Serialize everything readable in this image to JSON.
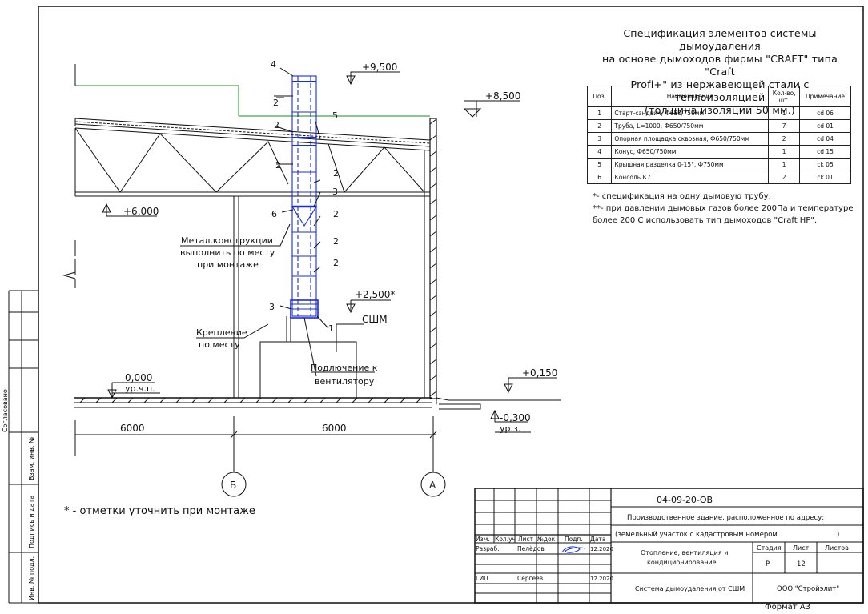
{
  "spec": {
    "title_lines": [
      "Спецификация элементов системы дымоудаления",
      "на основе дымоходов фирмы \"CRAFT\" типа \"Craft",
      "Profi+\" из нержавеющей стали с теплоизоляцией",
      "(толщина изоляции 50 мм.)"
    ],
    "headers": [
      "Поз.",
      "Наименование",
      "Кол-во, шт.",
      "Примечание"
    ],
    "rows": [
      [
        "1",
        "Старт-сэндвич, Ф650/750мм",
        "1",
        "cd 06"
      ],
      [
        "2",
        "Труба, L=1000, Ф650/750мм",
        "7",
        "cd 01"
      ],
      [
        "3",
        "Опорная площадка сквозная, Ф650/750мм",
        "2",
        "cd 04"
      ],
      [
        "4",
        "Конус, Ф650/750мм",
        "1",
        "cd 15"
      ],
      [
        "5",
        "Крышная разделка 0-15°, Ф750мм",
        "1",
        "ck 05"
      ],
      [
        "6",
        "Консоль К7",
        "2",
        "ck 01"
      ]
    ],
    "notes": [
      "*- спецификация на одну дымовую трубу.",
      "**- при давлении дымовых газов более 200Па и температуре более 200 С использовать тип дымоходов \"Craft HP\"."
    ]
  },
  "drawing": {
    "levels": {
      "l9500": "+9,500",
      "l8500": "+8,500",
      "l6000": "+6,000",
      "l2500": "+2,500*",
      "l0150": "+0,150",
      "l0000": "0,000",
      "l0000_sub": "ур.ч.п.",
      "l0300": "-0,300",
      "l0300_sub": "ур.з."
    },
    "pos_labels": {
      "p4": "4",
      "p2a": "2",
      "p2b": "2",
      "p5": "5",
      "p2c": "2",
      "p2d": "2",
      "p3a": "3",
      "p6": "6",
      "p2e": "2",
      "p2f": "2",
      "p2g": "2",
      "p3b": "3",
      "p1": "1"
    },
    "callouts": {
      "metal_1": "Метал.конструкции",
      "metal_2": "выполнить по месту",
      "metal_3": "при монтаже",
      "fix_1": "Крепление",
      "fix_2": "по месту",
      "cshm": "СШМ",
      "conn_1": "Подлючение к",
      "conn_2": "вентилятору"
    },
    "dims": {
      "d1": "6000",
      "d2": "6000"
    },
    "axes": {
      "b": "Б",
      "a": "А"
    },
    "footnote": "* - отметки уточнить при монтаже"
  },
  "left_strip": {
    "agreed": "Согласовано",
    "vzam": "Взам. инв. №",
    "podp": "Подпись и дата",
    "inv": "Инв. № подл."
  },
  "title_block": {
    "code": "04-09-20-ОВ",
    "address_1": "Производственное здание, расположенное по адресу:",
    "address_2": "(земельный участок с кадастровым номером",
    "address_2_end": ")",
    "col_izm": "Изм.",
    "col_kol": "Кол.уч",
    "col_list": "Лист",
    "col_ndok": "№док",
    "col_podp": "Подп.",
    "col_date": "Дата",
    "row1_role": "Разраб.",
    "row1_name": "Пелёдов",
    "row1_date": "12.2020",
    "row2_role": "ГИП",
    "row2_name": "Сергеев",
    "row2_date": "12.2020",
    "section_1": "Отопление, вентиляция и",
    "section_2": "кондиционирование",
    "h_stage": "Стадия",
    "h_sheet": "Лист",
    "h_sheets": "Листов",
    "stage": "Р",
    "sheet": "12",
    "sheets": "",
    "drawing_name": "Система дымоудаления от СШМ",
    "company": "ООО \"Стройэлит\"",
    "format": "Формат А3"
  },
  "colors": {
    "line": "#111111",
    "chimney": "#1a2fd6",
    "green": "#1e8a1e"
  }
}
